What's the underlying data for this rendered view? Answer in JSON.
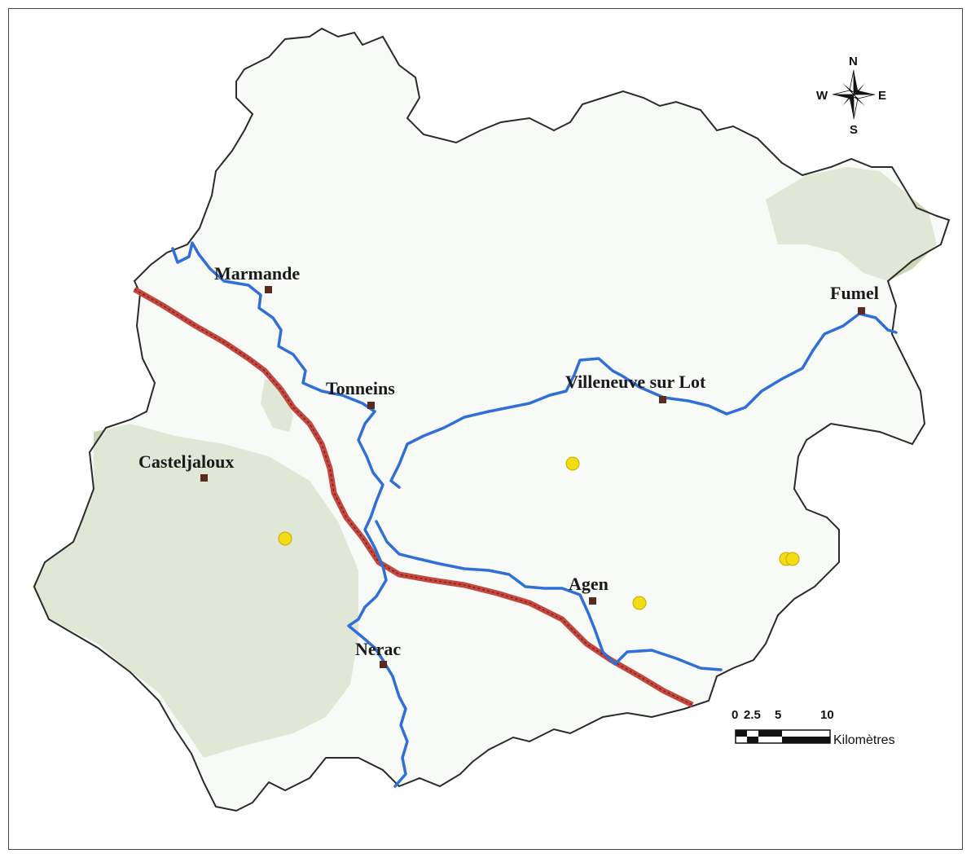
{
  "map": {
    "colors": {
      "land": "#f3f6f1",
      "forest": "#cbd6b6",
      "border": "#2a2a2a",
      "river": "#2f6fd6",
      "railway": "#c44840",
      "city_marker": "#5a2a1e",
      "site_marker": "#f2dc14"
    },
    "cities": [
      {
        "name": "Marmande"
      },
      {
        "name": "Tonneins"
      },
      {
        "name": "Villeneuve sur Lot"
      },
      {
        "name": "Fumel"
      },
      {
        "name": "Casteljaloux"
      },
      {
        "name": "Agen"
      },
      {
        "name": "Nerac"
      }
    ],
    "compass": {
      "n": "N",
      "s": "S",
      "e": "E",
      "w": "W",
      "icon": "compass-rose-icon"
    },
    "scale_bar": {
      "ticks": [
        "0",
        "2.5",
        "5",
        "10"
      ],
      "unit": "Kilomètres"
    }
  }
}
